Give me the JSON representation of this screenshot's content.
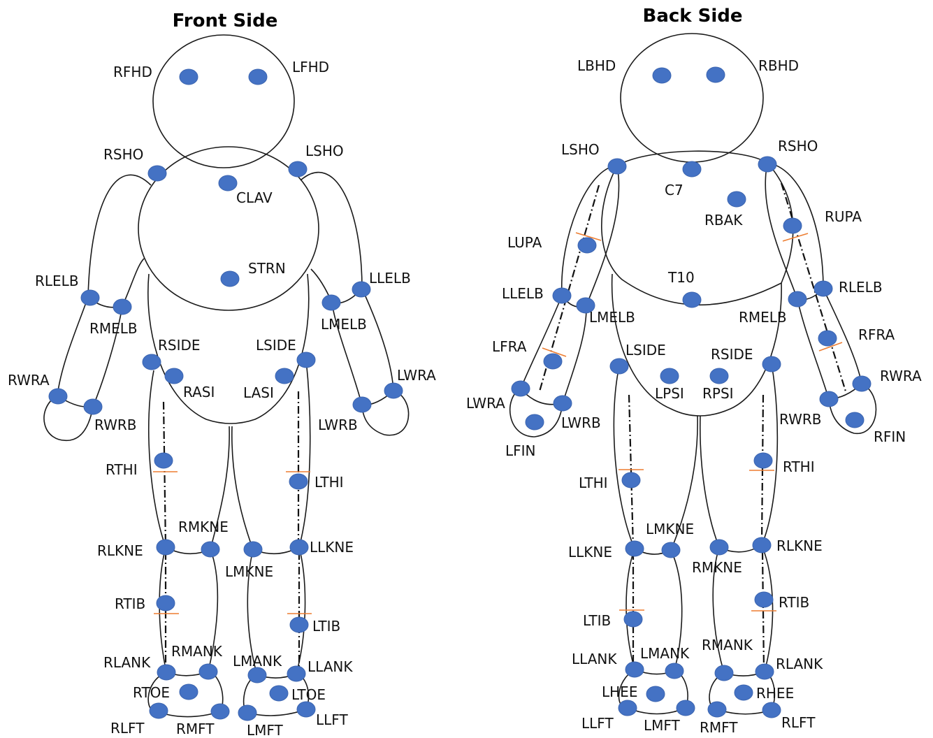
{
  "front": {
    "title": "Front Side",
    "markers": [
      "RFHD",
      "LFHD",
      "RSHO",
      "LSHO",
      "CLAV",
      "STRN",
      "RLELB",
      "RMELB",
      "LLELB",
      "LMELB",
      "RSIDE",
      "LSIDE",
      "RASI",
      "LASI",
      "RWRA",
      "RWRB",
      "LWRA",
      "LWRB",
      "RTHI",
      "LTHI",
      "RLKNE",
      "RMKNE",
      "LMKNE",
      "LLKNE",
      "RTIB",
      "LTIB",
      "RLANK",
      "RMANK",
      "LMANK",
      "LLANK",
      "RTOE",
      "LTOE",
      "RLFT",
      "RMFT",
      "LMFT",
      "LLFT"
    ]
  },
  "back": {
    "title": "Back Side",
    "markers": [
      "LBHD",
      "RBHD",
      "LSHO",
      "RSHO",
      "C7",
      "RBAK",
      "LUPA",
      "RUPA",
      "T10",
      "LLELB",
      "LMELB",
      "RMELB",
      "RLELB",
      "LFRA",
      "RFRA",
      "LSIDE",
      "RSIDE",
      "LPSI",
      "RPSI",
      "LWRA",
      "LWRB",
      "LFIN",
      "RWRA",
      "RWRB",
      "RFIN",
      "LTHI",
      "RTHI",
      "LLKNE",
      "LMKNE",
      "RMKNE",
      "RLKNE",
      "LTIB",
      "RTIB",
      "LLANK",
      "LMANK",
      "RMANK",
      "RLANK",
      "LHEE",
      "RHEE",
      "LLFT",
      "LMFT",
      "RMFT",
      "RLFT"
    ]
  },
  "colors": {
    "marker": "#4472c4",
    "segment_tick": "#ed7d31",
    "outline": "#1a1a1a"
  }
}
